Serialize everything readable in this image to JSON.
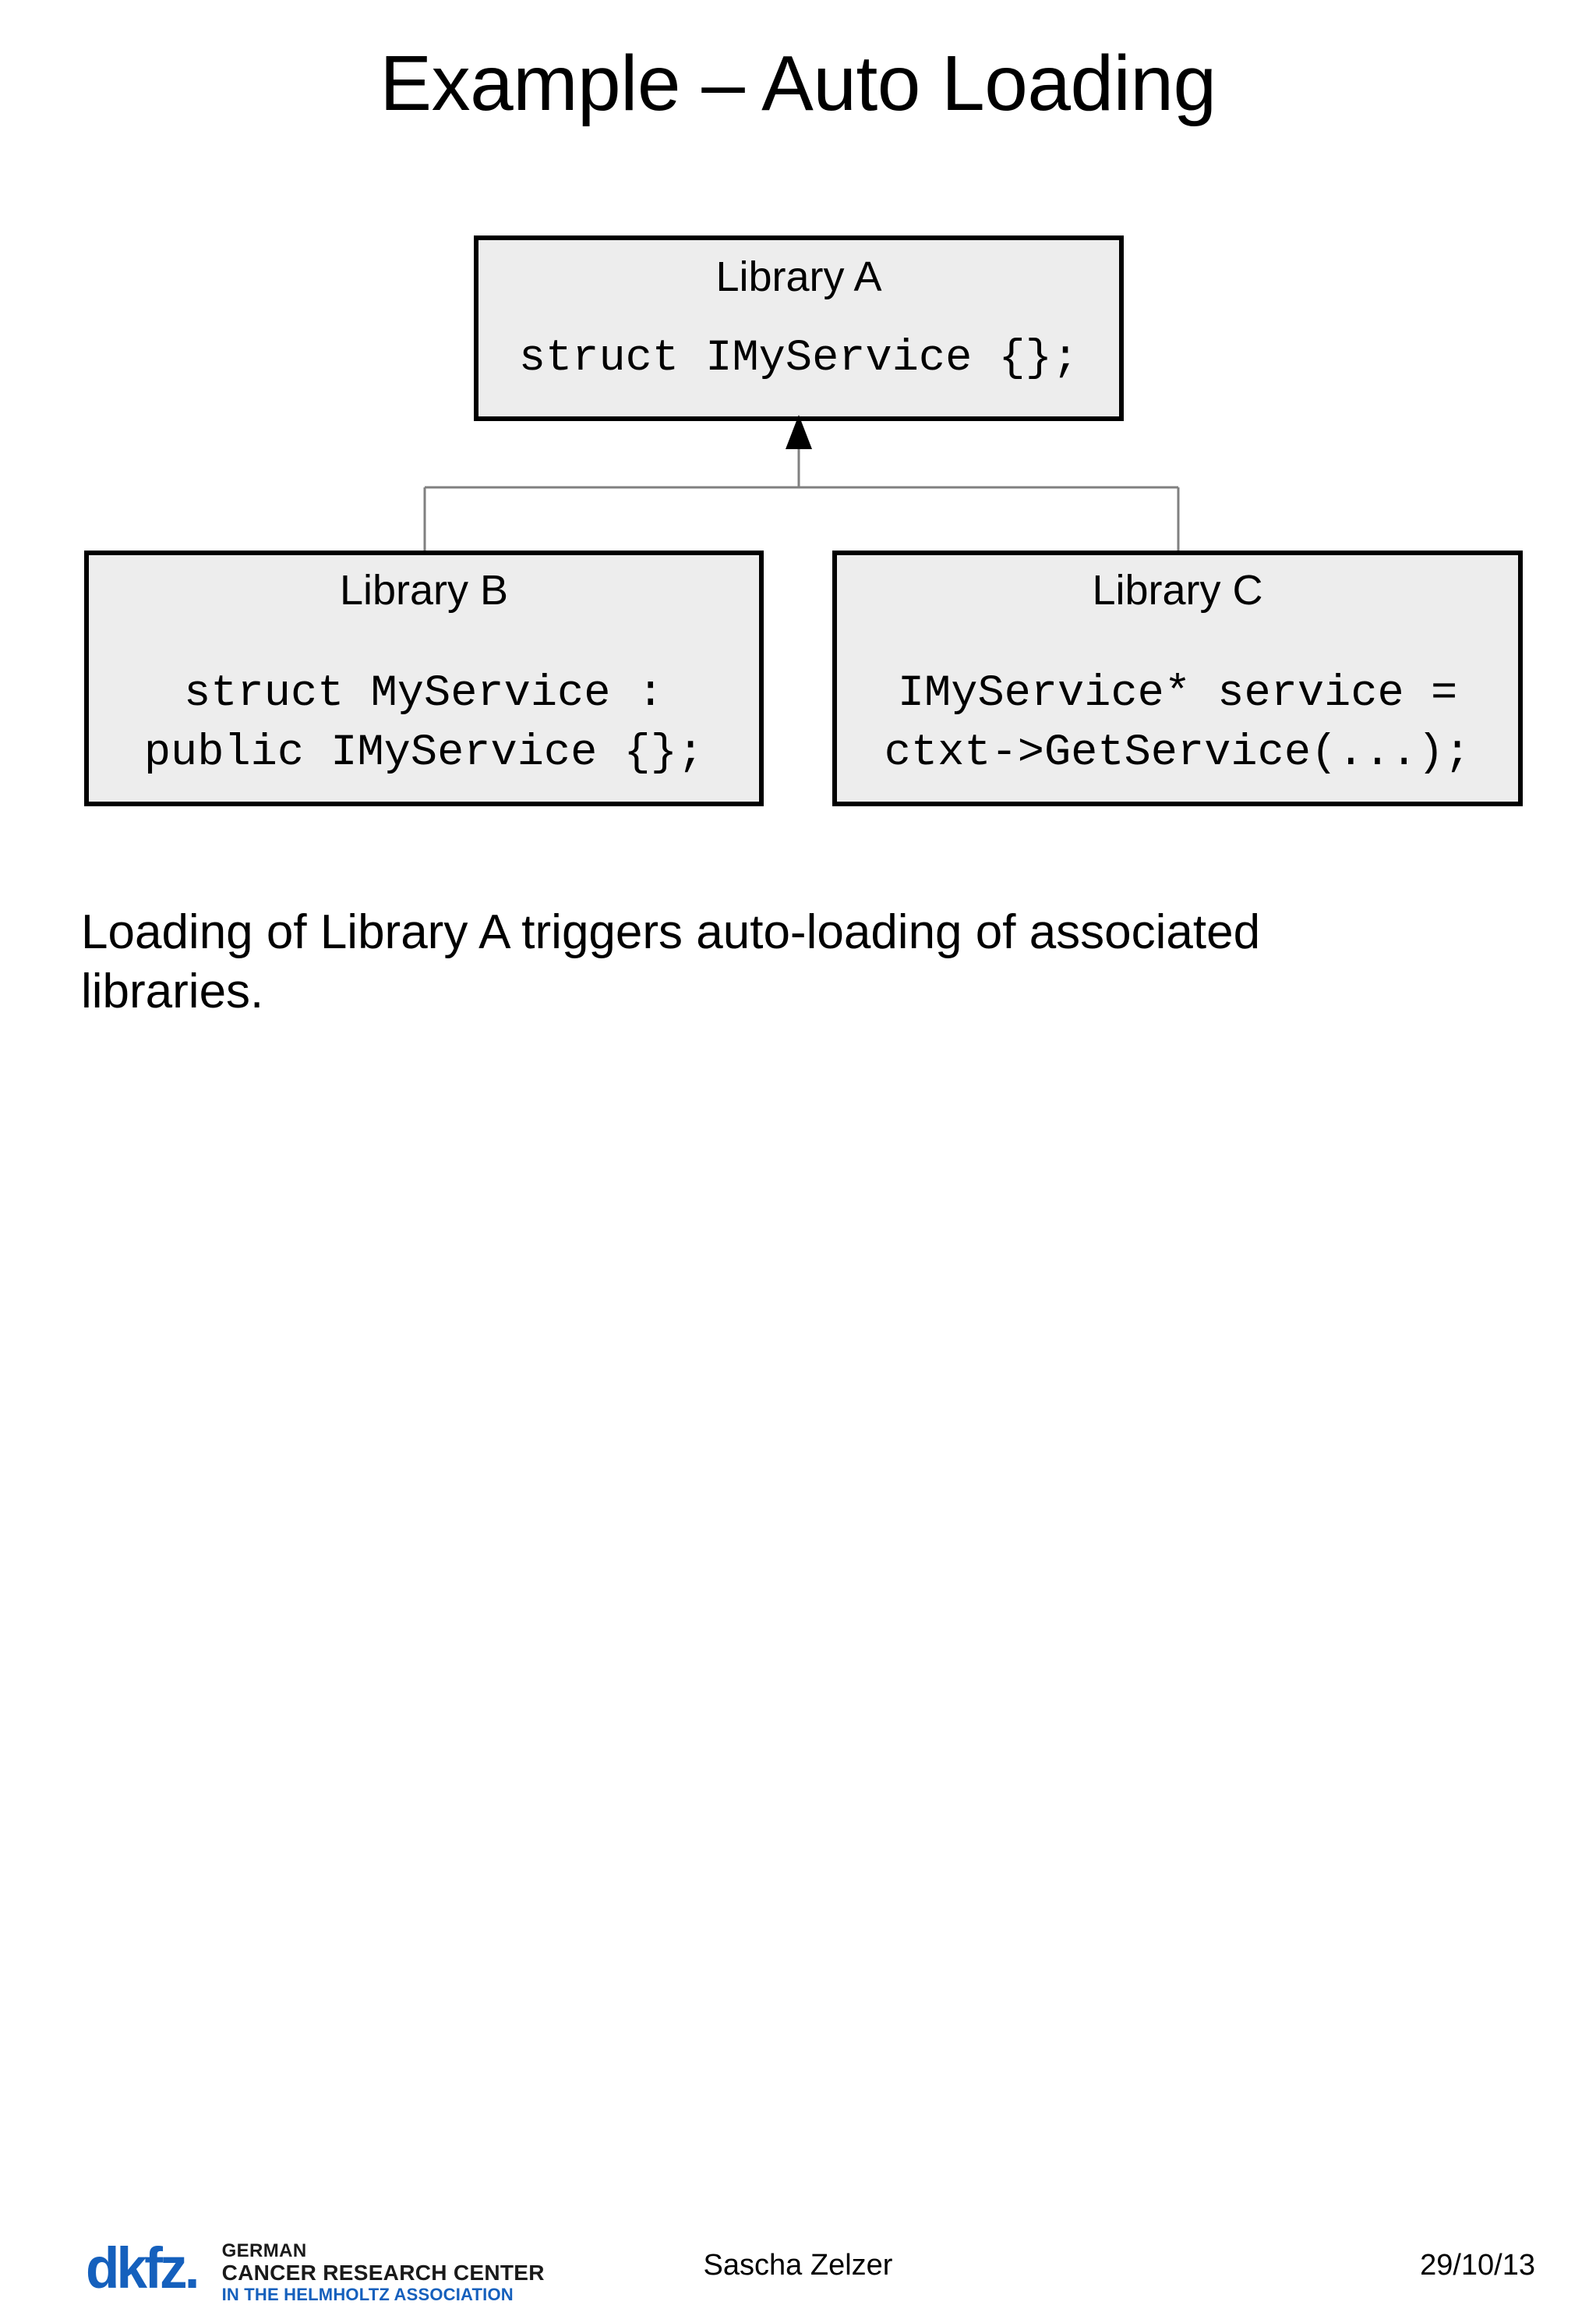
{
  "slide": {
    "title": "Example – Auto Loading",
    "body_text": "Loading of Library A triggers auto-loading of associated libraries."
  },
  "diagram": {
    "type": "uml-generalization",
    "arrow_label": "generalization-arrow-to-library-a",
    "boxes": [
      {
        "id": "library-a",
        "title": "Library A",
        "code_lines": [
          "struct IMyService {};"
        ]
      },
      {
        "id": "library-b",
        "title": "Library B",
        "code_lines": [
          "struct MyService :",
          "public IMyService {};"
        ]
      },
      {
        "id": "library-c",
        "title": "Library C",
        "code_lines": [
          "IMyService* service =",
          "ctxt->GetService(...);"
        ]
      }
    ],
    "colors": {
      "box_fill": "#ededed",
      "box_border": "#000000",
      "connector_line": "#808080",
      "arrowhead": "#000000"
    }
  },
  "footer": {
    "logo": {
      "wordmark": "dkfz.",
      "line1": "GERMAN",
      "line2": "CANCER RESEARCH CENTER",
      "line3": "IN THE HELMHOLTZ ASSOCIATION",
      "brand_color": "#1560bd"
    },
    "author": "Sascha Zelzer",
    "date": "29/10/13"
  }
}
